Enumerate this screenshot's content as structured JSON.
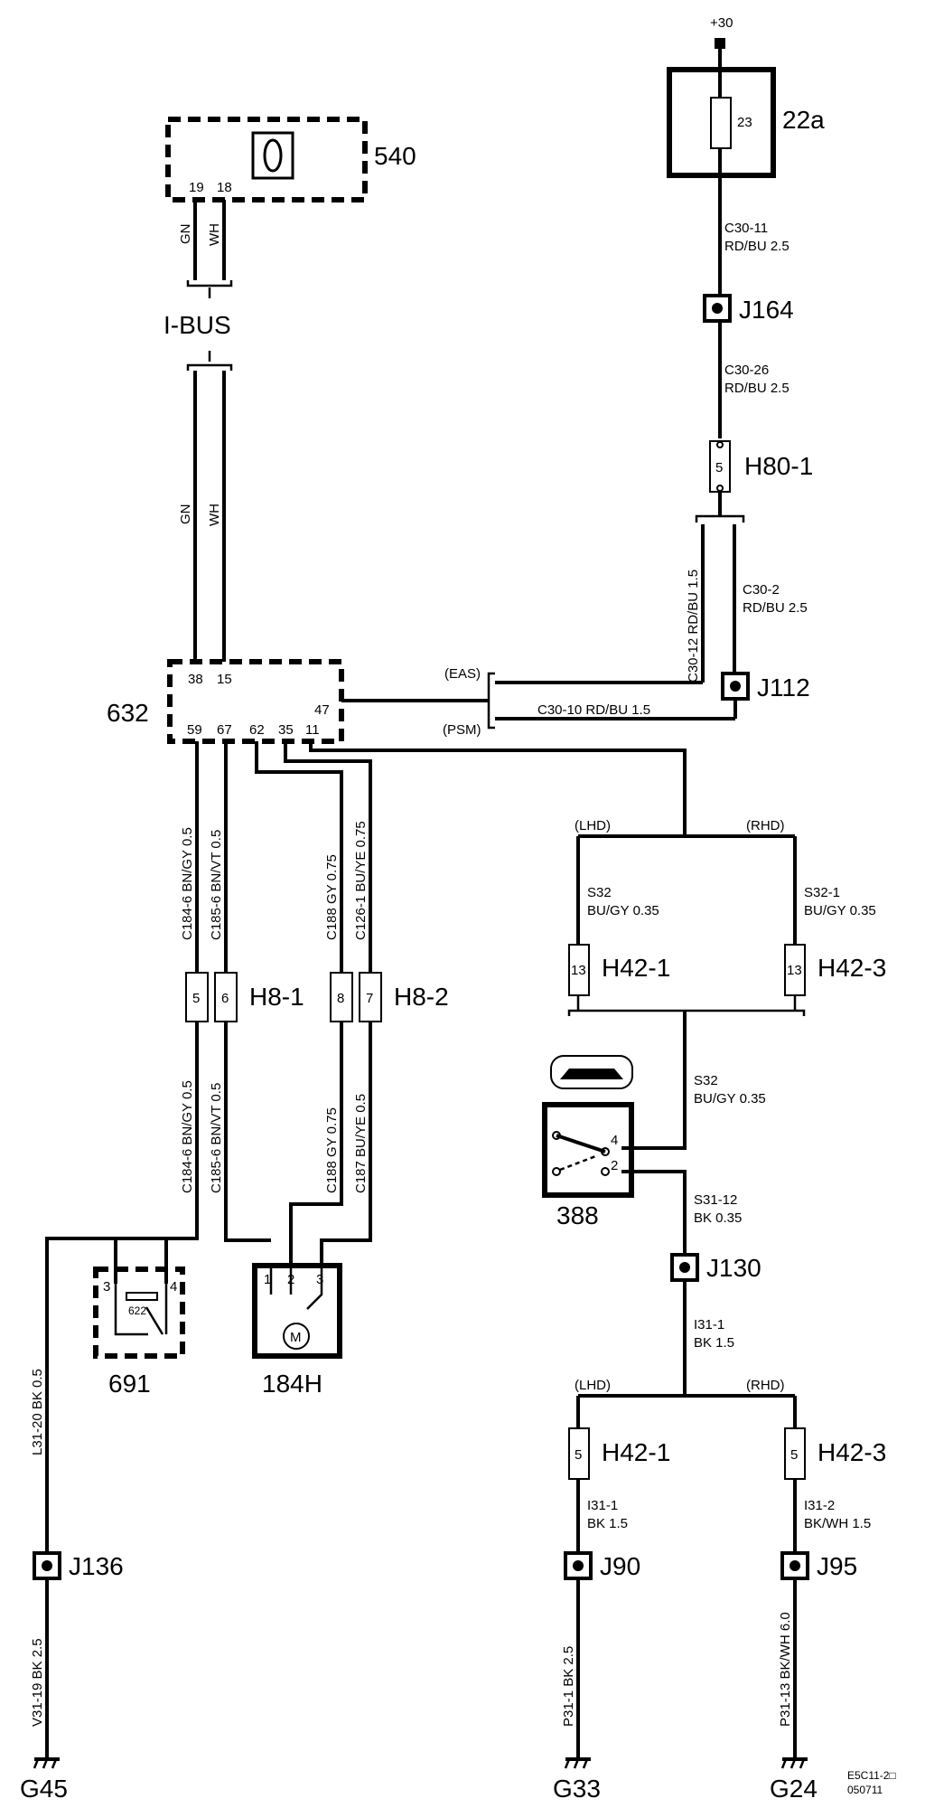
{
  "components": {
    "fuse_22a": {
      "id": "22a",
      "pin": "23",
      "supply": "+30"
    },
    "module_540": {
      "id": "540",
      "pin_left": "19",
      "pin_right": "18"
    },
    "ibus": {
      "label": "I-BUS"
    },
    "module_632": {
      "id": "632",
      "pins_top": [
        "38",
        "15"
      ],
      "pins_bottom": [
        "59",
        "67",
        "62",
        "35",
        "11"
      ],
      "pin_47": "47",
      "eas": "(EAS)",
      "psm": "(PSM)"
    },
    "module_691": {
      "id": "691",
      "inner": "622",
      "pin3": "3",
      "pin4": "4"
    },
    "motor_184h": {
      "id": "184H",
      "pins": [
        "1",
        "2",
        "3"
      ],
      "motor": "M"
    },
    "switch_388": {
      "id": "388",
      "pin4": "4",
      "pin2": "2"
    }
  },
  "connectors": {
    "h8_1": {
      "id": "H8-1",
      "pins": [
        "5",
        "6"
      ]
    },
    "h8_2": {
      "id": "H8-2",
      "pins": [
        "8",
        "7"
      ]
    },
    "h80_1": {
      "id": "H80-1",
      "pin": "5"
    },
    "h42_1_top": {
      "id": "H42-1",
      "pin": "13"
    },
    "h42_3_top": {
      "id": "H42-3",
      "pin": "13"
    },
    "h42_1_bot": {
      "id": "H42-1",
      "pin": "5"
    },
    "h42_3_bot": {
      "id": "H42-3",
      "pin": "5"
    }
  },
  "junctions": {
    "j164": "J164",
    "j112": "J112",
    "j130": "J130",
    "j136": "J136",
    "j90": "J90",
    "j95": "J95"
  },
  "grounds": {
    "g45": "G45",
    "g33": "G33",
    "g24": "G24"
  },
  "wires": {
    "c30_11": {
      "id": "C30-11",
      "spec": "RD/BU  2.5"
    },
    "c30_26": {
      "id": "C30-26",
      "spec": "RD/BU   2.5"
    },
    "c30_2": {
      "id": "C30-2",
      "spec": "RD/BU  2.5"
    },
    "c30_12": "C30-12  RD/BU  1.5",
    "c30_10": "C30-10    RD/BU  1.5",
    "gn": "GN",
    "wh": "WH",
    "c184_6": "C184-6 BN/GY 0.5",
    "c185_6": "C185-6 BN/VT 0.5",
    "c188": "C188  GY  0.75",
    "c126_1": "C126-1  BU/YE  0.75",
    "c187": "C187   BU/YE  0.5",
    "s32_left": {
      "id": "S32",
      "spec": "BU/GY  0.35"
    },
    "s32_1": {
      "id": "S32-1",
      "spec": "BU/GY  0.35"
    },
    "s32_sw": {
      "id": "S32",
      "spec": "BU/GY  0.35"
    },
    "s31_12": {
      "id": "S31-12",
      "spec": "BK  0.35"
    },
    "i31_1_top": {
      "id": "I31-1",
      "spec": "BK  1.5"
    },
    "i31_1": {
      "id": "I31-1",
      "spec": "BK  1.5"
    },
    "i31_2": {
      "id": "I31-2",
      "spec": "BK/WH  1.5"
    },
    "l31_20": "L31-20  BK  0.5",
    "v31_19": "V31-19  BK   2.5",
    "p31_1": "P31-1  BK  2.5",
    "p31_13": "P31-13   BK/WH  6.0"
  },
  "variants": {
    "lhd": "(LHD)",
    "rhd": "(RHD)"
  },
  "footer": {
    "code": "E5C11-2□",
    "date": "050711"
  }
}
